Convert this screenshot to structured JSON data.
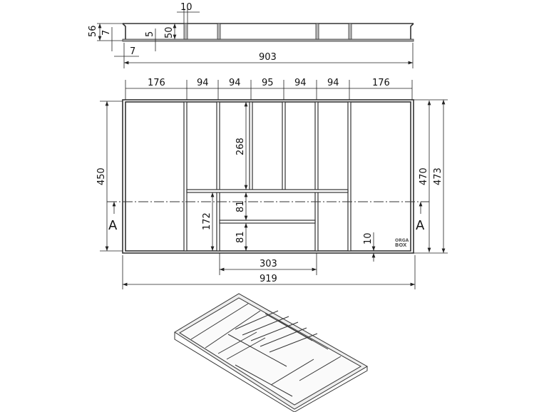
{
  "section_view": {
    "dims": {
      "wall_width": "10",
      "total_height": "56",
      "base_offset": "7",
      "base_thickness": "5",
      "inner_height": "50",
      "wall_thickness": "7",
      "length": "903"
    }
  },
  "plan_view": {
    "top_dims": [
      "176",
      "94",
      "94",
      "95",
      "94",
      "94",
      "176"
    ],
    "dims": {
      "inner_depth": "450",
      "depth_470": "470",
      "outer_depth": "473",
      "long_slot": "268",
      "short_slot": "172",
      "small_slot_1": "81",
      "small_slot_2": "81",
      "bottom_gap": "10",
      "tray_width": "303",
      "outer_width": "919"
    },
    "section_marker_left": "A",
    "section_marker_right": "A",
    "logo": "ORGA BOX"
  },
  "colors": {
    "line": "#333333",
    "background": "#ffffff"
  }
}
